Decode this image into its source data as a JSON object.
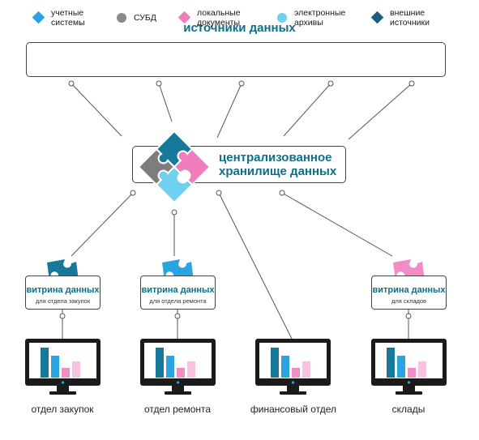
{
  "title": "источники данных",
  "sources": [
    {
      "label": "учетные\nсистемы",
      "color": "#2aa4e0",
      "icon": "diamond-icon"
    },
    {
      "label": "СУБД",
      "color": "#8a8a8a",
      "icon": "circle-icon"
    },
    {
      "label": "локальные\nдокументы",
      "color": "#f07dbd",
      "icon": "diamond-icon"
    },
    {
      "label": "электронные\nархивы",
      "color": "#6fd0f0",
      "icon": "circle-icon"
    },
    {
      "label": "внешние\nисточники",
      "color": "#16607d",
      "icon": "diamond-icon"
    }
  ],
  "central": {
    "label": "централизованное\nхранилище данных"
  },
  "marts": [
    {
      "title": "витрина данных",
      "subtitle": "для отдела закупок",
      "puzzle_color": "#16789a"
    },
    {
      "title": "витрина данных",
      "subtitle": "для отдела ремонта",
      "puzzle_color": "#2aa4e0"
    },
    {
      "title": "витрина данных",
      "subtitle": "для складов",
      "puzzle_color": "#f28cc6"
    }
  ],
  "departments": [
    "отдел закупок",
    "отдел ремонта",
    "финансовый отдел",
    "склады"
  ],
  "colors": {
    "accent": "#0f6e8a",
    "bar_dark": "#16789a",
    "bar_light": "#2aa4e0",
    "bar_pink": "#f28cc6",
    "bar_pale_pink": "#f9c3df",
    "puzzle_gray": "#7d7d7d"
  }
}
